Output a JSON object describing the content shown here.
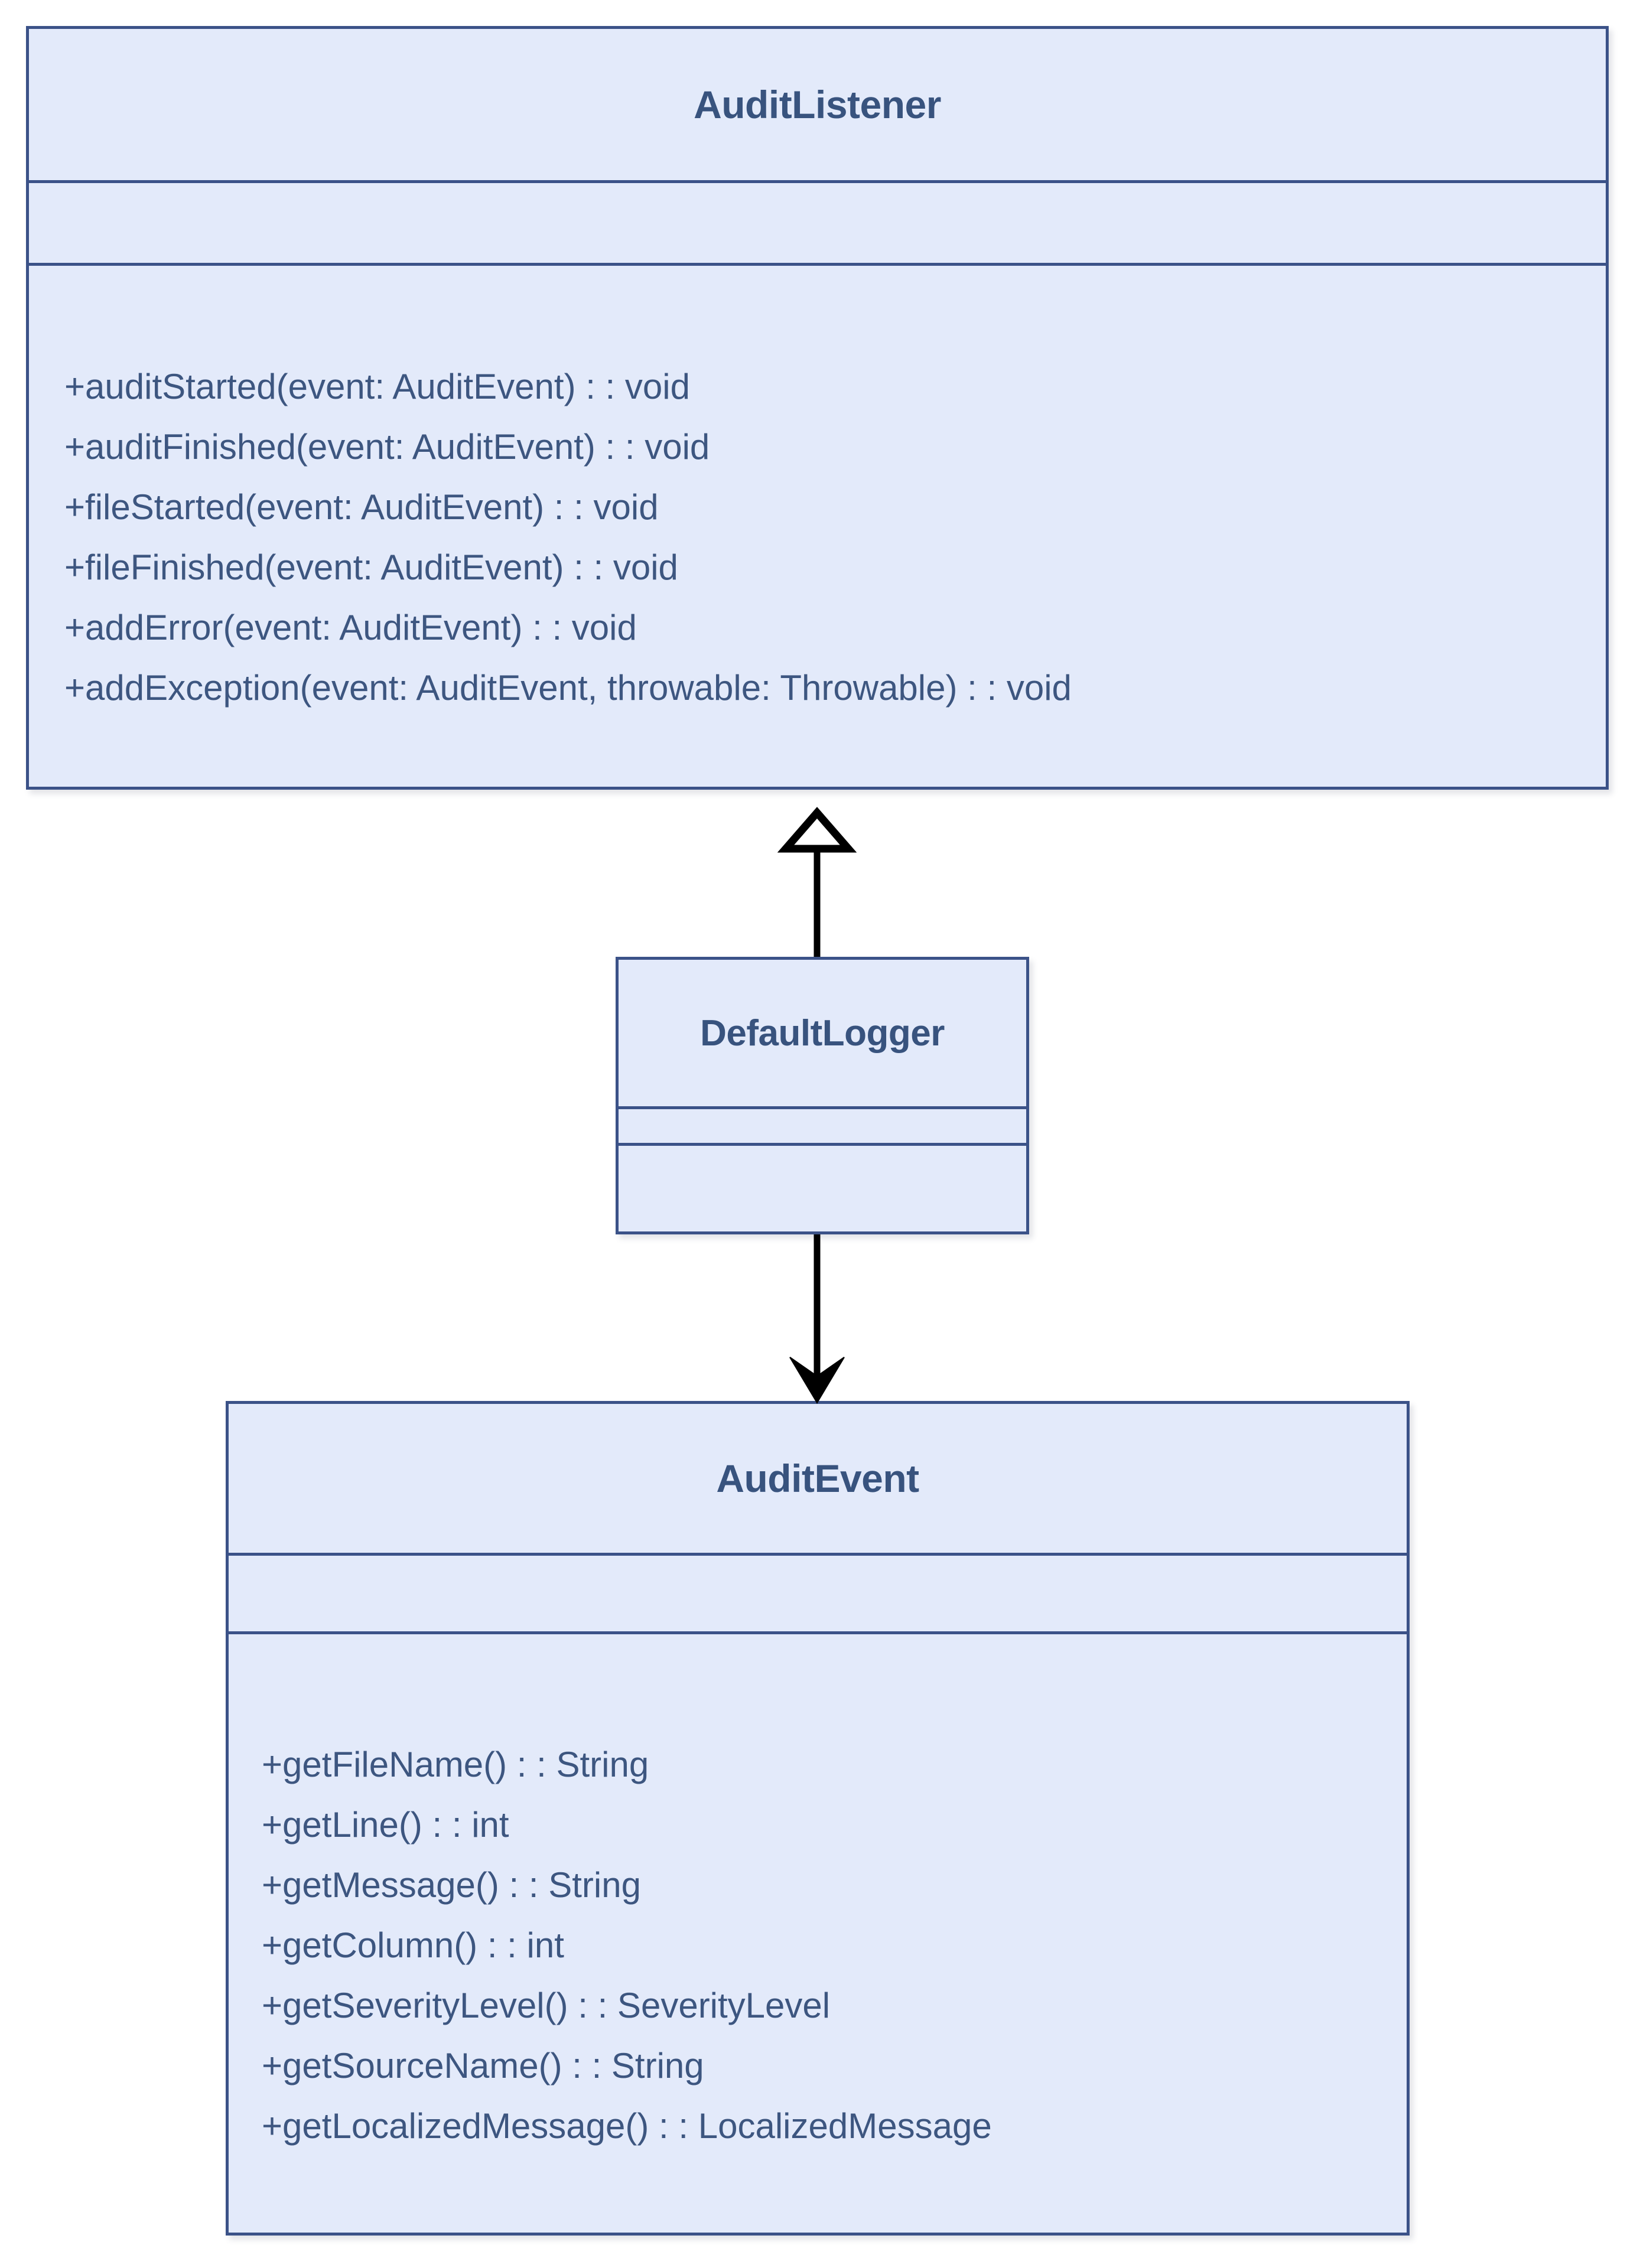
{
  "diagram": {
    "type": "uml-class-diagram",
    "background_color": "#ffffff",
    "class_fill_color": "#e3eafa",
    "class_border_color": "#3b5288",
    "title_text_color": "#38537e",
    "member_text_color": "#3d5680",
    "connector_color": "#000000",
    "classes": [
      {
        "id": "auditlistener",
        "name": "AuditListener",
        "attributes": [],
        "methods": [
          "+auditStarted(event: AuditEvent) : : void",
          "+auditFinished(event: AuditEvent) : : void",
          "+fileStarted(event: AuditEvent) : : void",
          "+fileFinished(event: AuditEvent) : : void",
          "+addError(event: AuditEvent) : : void",
          "+addException(event: AuditEvent, throwable: Throwable) : : void"
        ]
      },
      {
        "id": "defaultlogger",
        "name": "DefaultLogger",
        "attributes": [],
        "methods": []
      },
      {
        "id": "auditevent",
        "name": "AuditEvent",
        "attributes": [],
        "methods": [
          "+getFileName() : : String",
          "+getLine() : : int",
          "+getMessage() : : String",
          "+getColumn() : : int",
          "+getSeverityLevel() : : SeverityLevel",
          "+getSourceName() : : String",
          "+getLocalizedMessage() : : LocalizedMessage"
        ]
      }
    ],
    "connectors": [
      {
        "id": "generalization-defaultlogger-auditlistener",
        "kind": "generalization",
        "arrowhead": "hollow-triangle",
        "from": "DefaultLogger",
        "to": "AuditListener",
        "direction": "up"
      },
      {
        "id": "dependency-defaultlogger-auditevent",
        "kind": "dependency",
        "arrowhead": "solid-open-arrow",
        "from": "DefaultLogger",
        "to": "AuditEvent",
        "direction": "down"
      }
    ]
  }
}
